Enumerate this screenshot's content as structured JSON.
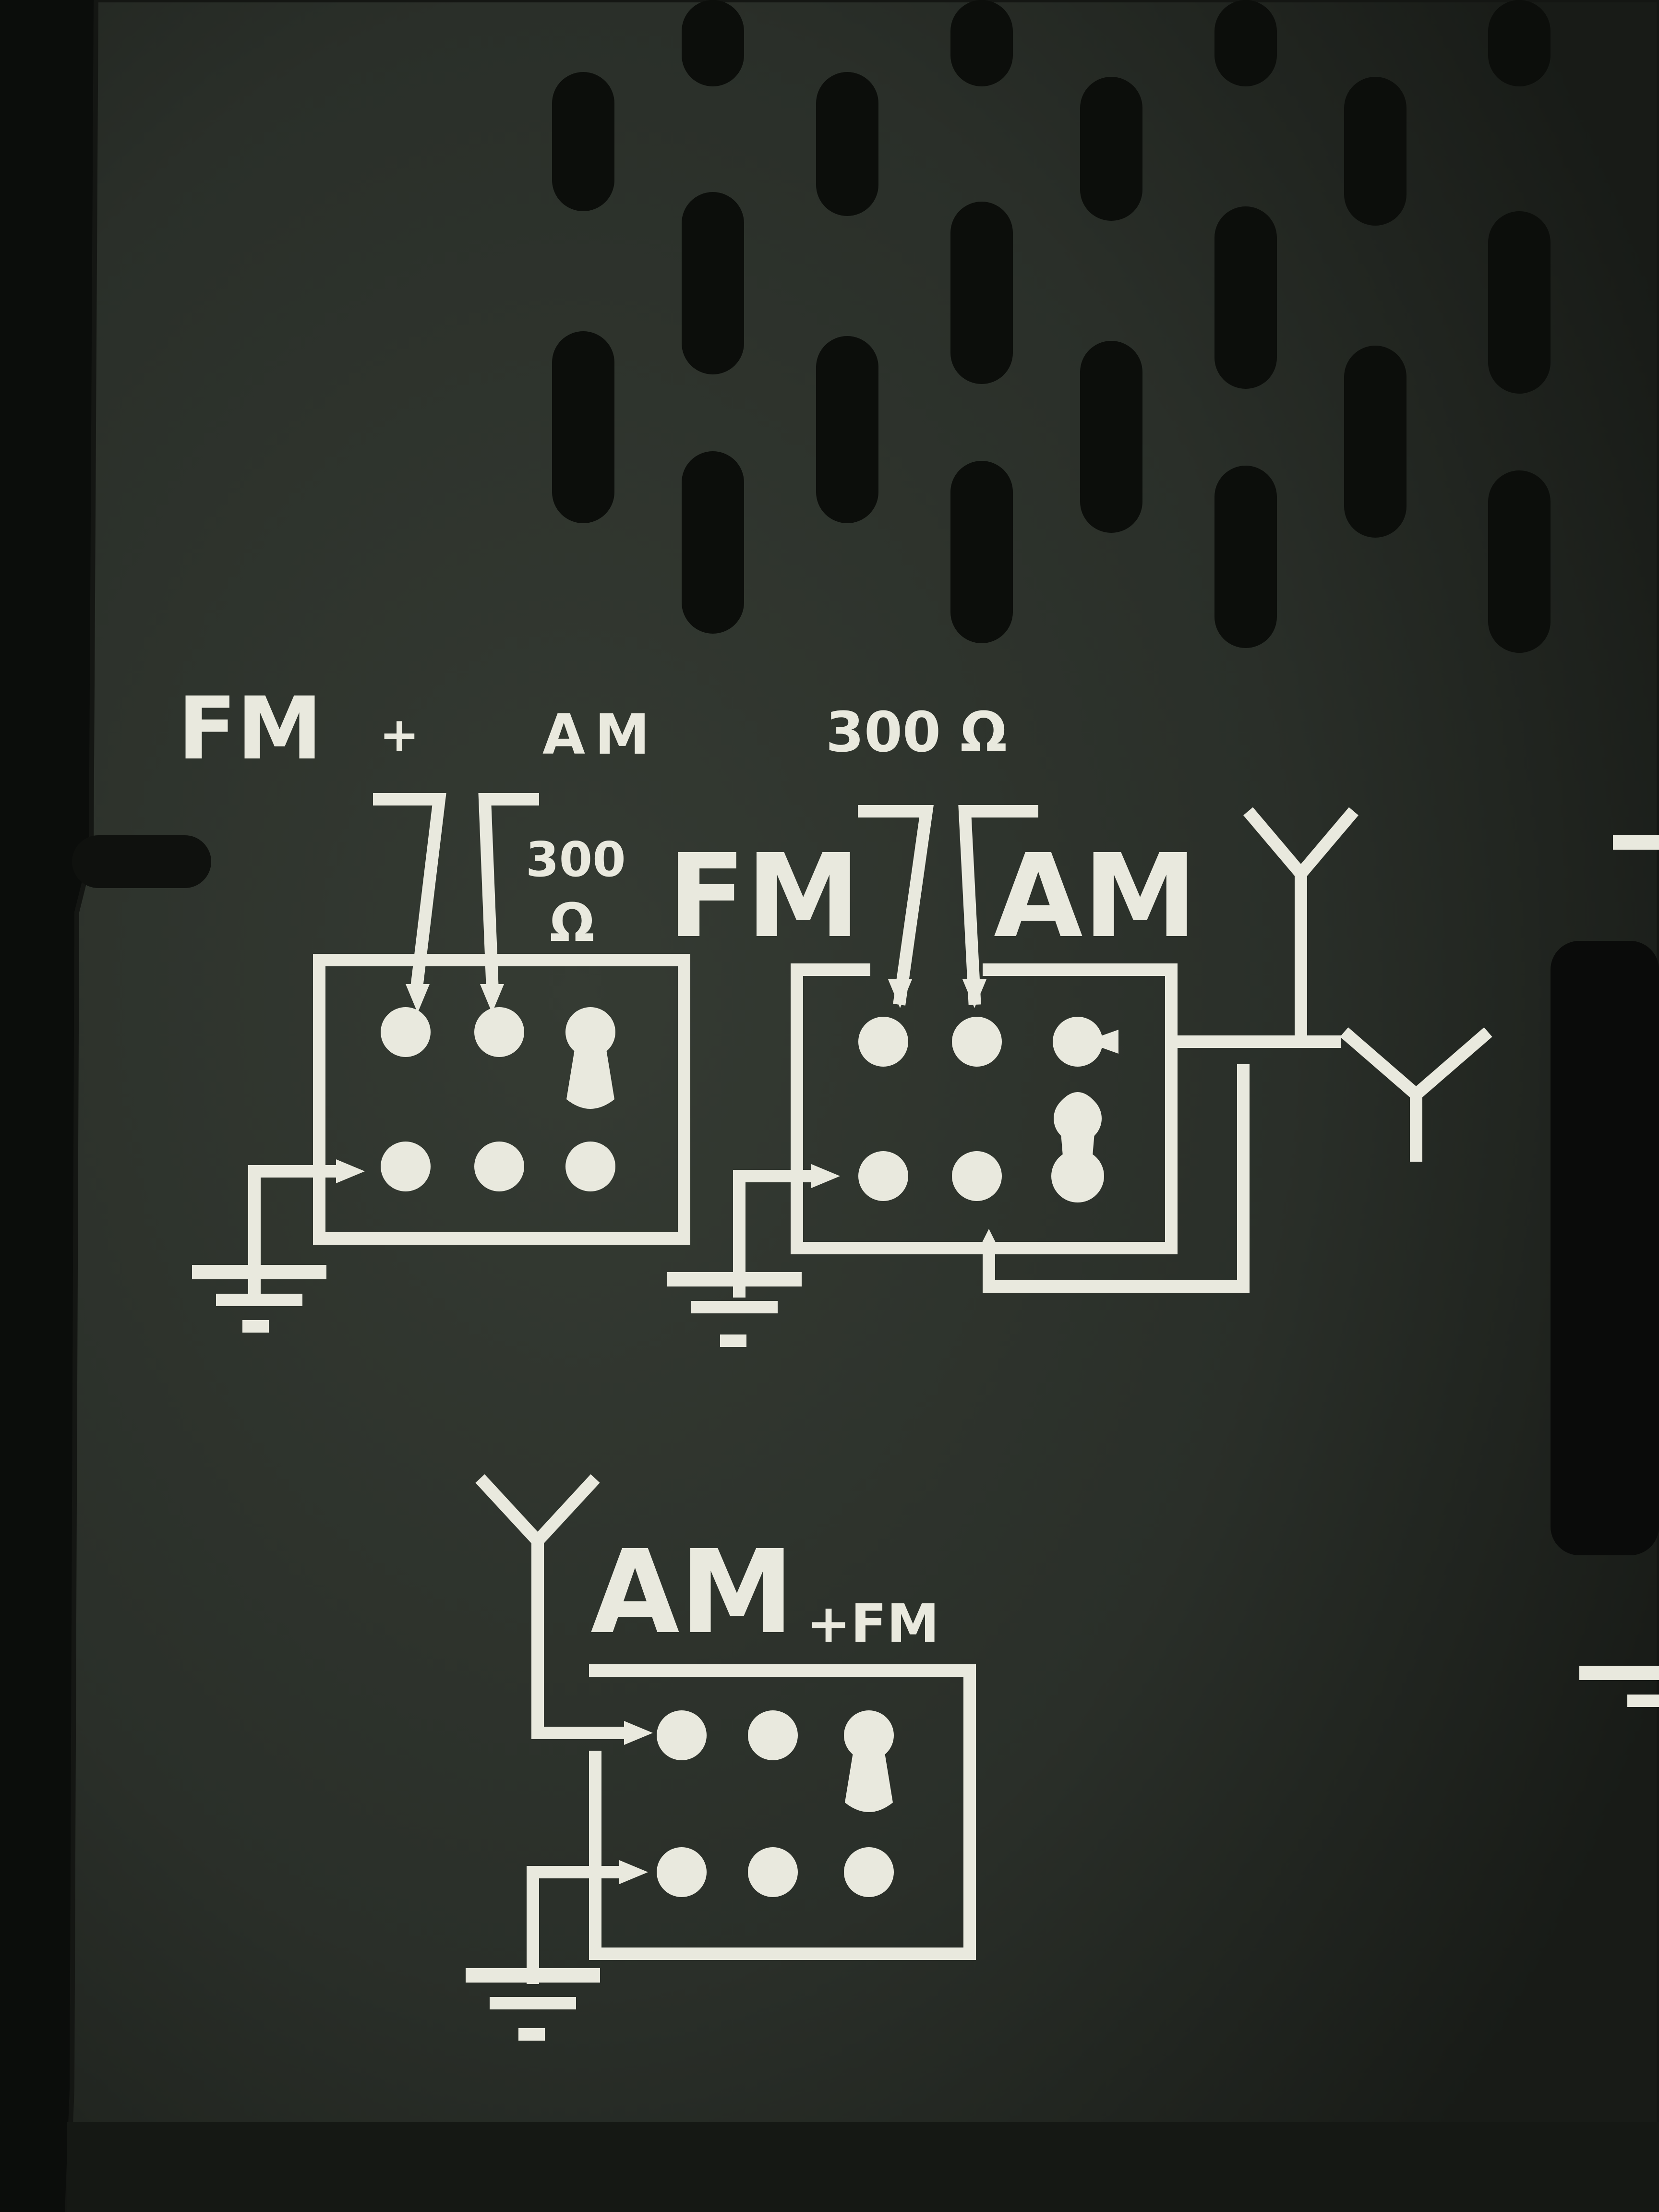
{
  "colors": {
    "background": "#0d0f0d",
    "panel": "#2e332d",
    "panel_edge": "#1a1d19",
    "print": "#e9e9de"
  },
  "labels": {
    "diagram1_fm": "FM",
    "diagram1_plus": "+",
    "diagram1_am": "AM",
    "diagram1_ohms_value": "300",
    "diagram1_ohms_symbol": "Ω",
    "diagram2_ohms": "300 Ω",
    "diagram2_fm": "FM",
    "diagram2_am": "AM",
    "diagram3_am": "AM",
    "diagram3_fm": "+FM"
  },
  "icons": [
    "antenna-icon",
    "ground-icon",
    "arrow-icon",
    "keyhole-socket-icon"
  ]
}
